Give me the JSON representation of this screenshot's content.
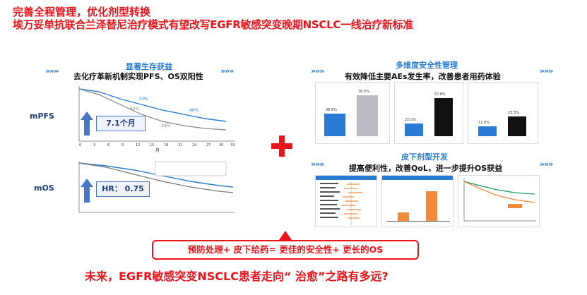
{
  "title": {
    "line1": "完善全程管理，优化剂型转换",
    "line2": "埃万妥单抗联合兰泽替尼治疗模式有望改写EGFR敏感突变晚期NSCLC一线治疗新标准"
  },
  "chevrons": "»»»",
  "left": {
    "heading": "显著生存获益",
    "subheading": "去化疗革新机制实现PFS、OS双阳性",
    "mpfs_label": "mPFS",
    "mos_label": "mOS",
    "pfs_gain": "7.1个月",
    "hr_text": "HR： 0.75",
    "pfs_pcts": [
      "73%",
      "65%",
      "46%",
      "34%"
    ],
    "pfs_months": [
      "0",
      "3",
      "6",
      "9",
      "12",
      "15",
      "18",
      "21",
      "24",
      "27",
      "30",
      "33"
    ],
    "pfs_xlabel": "月"
  },
  "right_top": {
    "heading": "多维度安全性管理",
    "subheading": "有效降低主要AEs发生率，改善患者用药体验",
    "chart1_vals": [
      "38.6%",
      "76.5%"
    ],
    "chart2_vals": [
      "22.0%",
      "57.8%"
    ],
    "chart3_vals": [
      "11.0%",
      "23.5%"
    ]
  },
  "right_bottom": {
    "heading": "皮下剂型开发",
    "subheading": "提高便利性，改善QoL，进一步提升OS获益"
  },
  "callout": "预防处理+ 皮下给药= 更佳的安全性+ 更长的OS",
  "bottom_question": "未来，EGFR敏感突变NSCLC患者走向“ 治愈”之路有多远?",
  "colors": {
    "accent_red": "#e8141b",
    "accent_blue": "#2a7bd6",
    "orange": "#f08a3c",
    "dark_blue": "#1f3b78"
  }
}
